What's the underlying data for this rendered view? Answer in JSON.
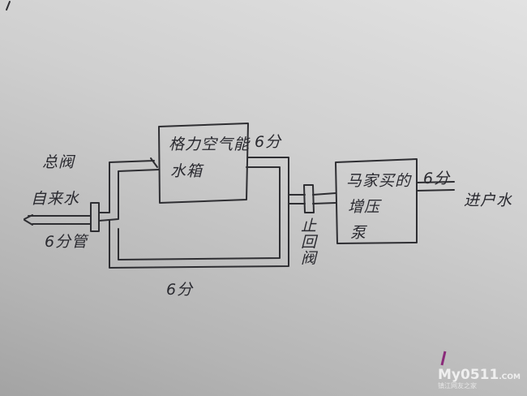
{
  "diagram": {
    "tank_label_line1": "格力空气能",
    "tank_label_line2": "水箱",
    "pump_label_line1": "马家买的",
    "pump_label_line2": "增压",
    "pump_label_line3": "泵",
    "main_valve": "总阀",
    "tap_water": "自来水",
    "inlet_pipe": "6分管",
    "bottom_pipe": "6分",
    "tank_pipe": "6分",
    "check_valve": "止回阀",
    "outlet_pipe": "6分",
    "house_inlet": "进户水"
  },
  "watermark": {
    "brand": "My0511",
    "domain": ".COM",
    "tagline": "镇江网友之家"
  },
  "colors": {
    "ink": "#2e2e32",
    "paper": "#cfcfcf"
  }
}
